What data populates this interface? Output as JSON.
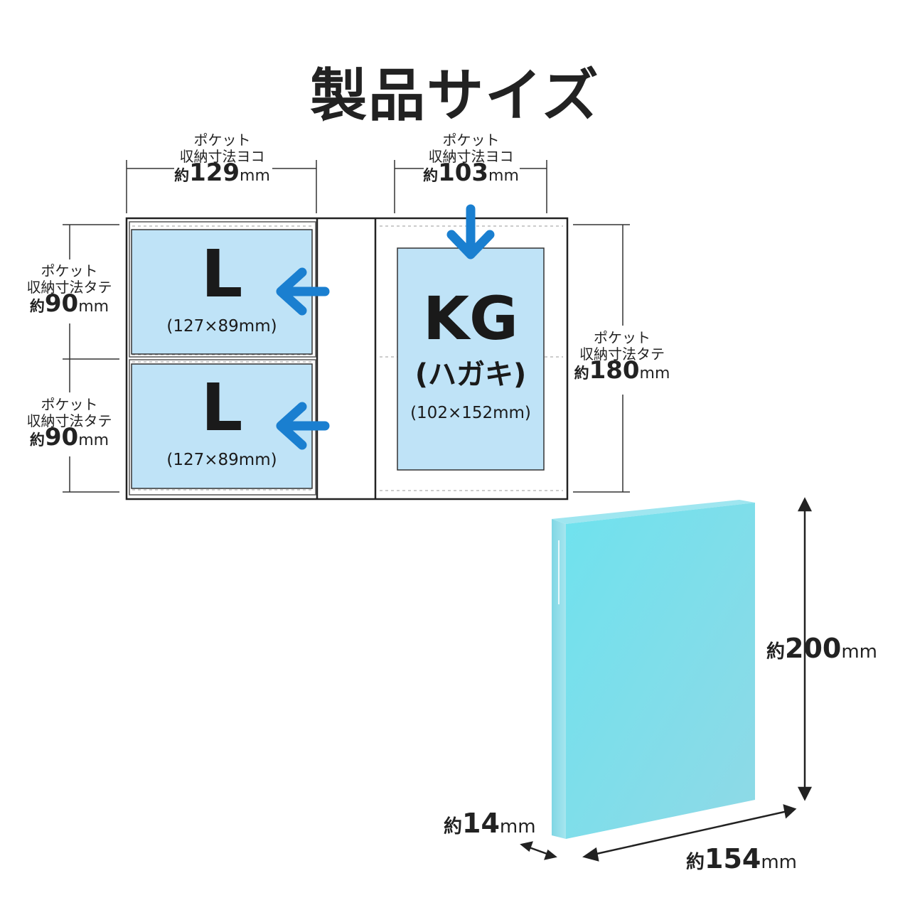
{
  "title": "製品サイズ",
  "dims": {
    "top_left": {
      "label_1": "ポケット",
      "label_2": "収納寸法ヨコ",
      "prefix": "約",
      "value": "129",
      "unit": "mm"
    },
    "top_right": {
      "label_1": "ポケット",
      "label_2": "収納寸法ヨコ",
      "prefix": "約",
      "value": "103",
      "unit": "mm"
    },
    "left_upper": {
      "label_1": "ポケット",
      "label_2": "収納寸法タテ",
      "prefix": "約",
      "value": "90",
      "unit": "mm"
    },
    "left_lower": {
      "label_1": "ポケット",
      "label_2": "収納寸法タテ",
      "prefix": "約",
      "value": "90",
      "unit": "mm"
    },
    "right_side": {
      "label_1": "ポケット",
      "label_2": "収納寸法タテ",
      "prefix": "約",
      "value": "180",
      "unit": "mm"
    }
  },
  "pockets": {
    "l_upper": {
      "letter": "L",
      "size": "(127×89mm)"
    },
    "l_lower": {
      "letter": "L",
      "size": "(127×89mm)"
    },
    "kg": {
      "letter": "KG",
      "sub": "(ハガキ)",
      "size": "(102×152mm)"
    }
  },
  "binder": {
    "height": {
      "prefix": "約",
      "value": "200",
      "unit": "mm"
    },
    "width": {
      "prefix": "約",
      "value": "154",
      "unit": "mm"
    },
    "depth": {
      "prefix": "約",
      "value": "14",
      "unit": "mm"
    }
  },
  "colors": {
    "pocket_fill": "#bfe3f7",
    "arrow": "#1a7fd0",
    "binder": "#7fdaea"
  }
}
